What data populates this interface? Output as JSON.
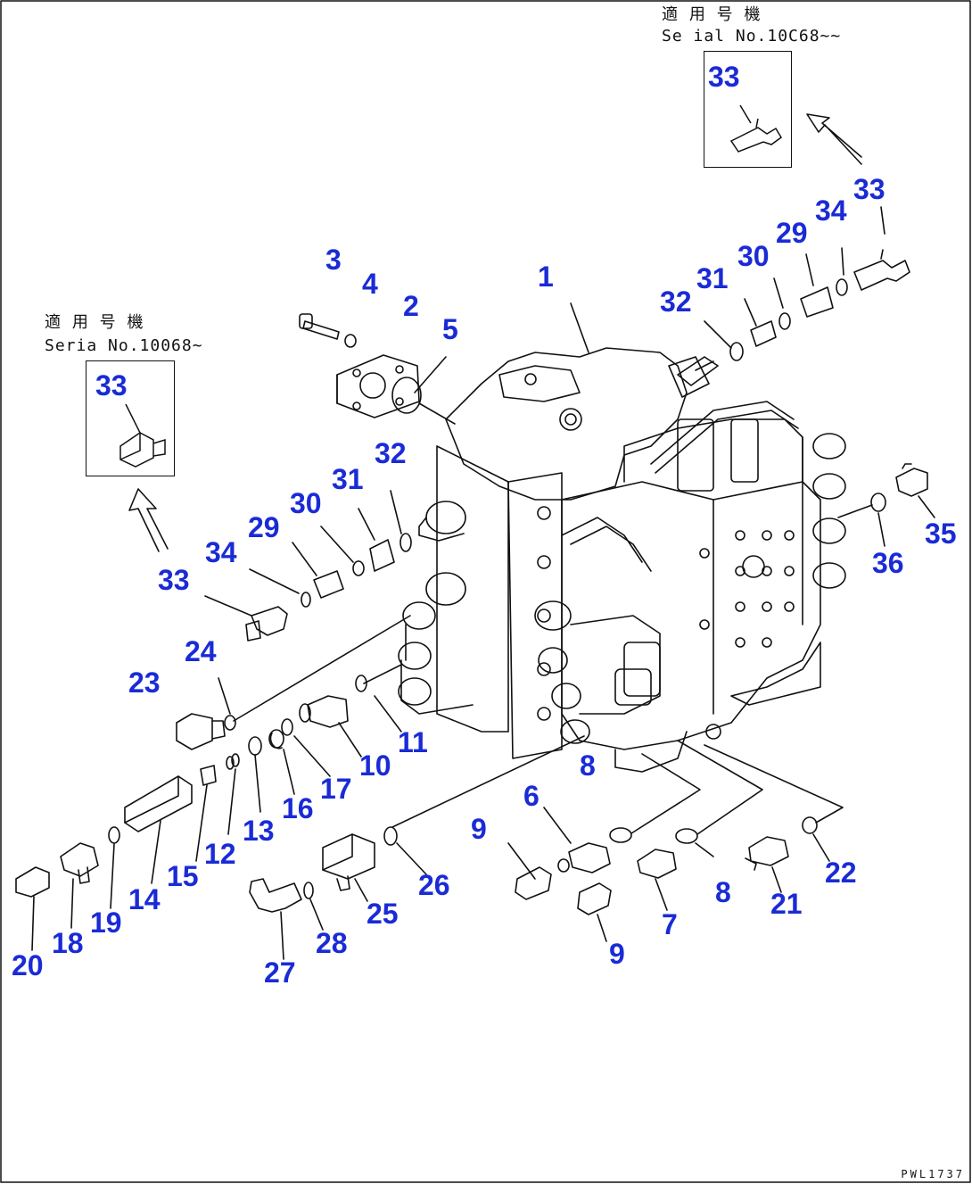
{
  "drawing_id": "PWL1737",
  "insets": [
    {
      "id": "inset-top-right",
      "line1": "適 用 号 機",
      "line2": "Se ial No.10C68~~",
      "callout": "33"
    },
    {
      "id": "inset-left",
      "line1": "適 用 号 機",
      "line2": "Seria  No.10068~",
      "callout": "33"
    }
  ],
  "callouts": [
    "1",
    "2",
    "3",
    "4",
    "5",
    "6",
    "7",
    "8",
    "8",
    "9",
    "9",
    "10",
    "11",
    "12",
    "13",
    "14",
    "15",
    "16",
    "17",
    "18",
    "19",
    "20",
    "21",
    "22",
    "23",
    "24",
    "25",
    "26",
    "27",
    "28",
    "29",
    "29",
    "30",
    "30",
    "31",
    "31",
    "32",
    "32",
    "33",
    "33",
    "34",
    "34",
    "35",
    "36"
  ],
  "colors": {
    "callout": "#1a2bd6",
    "line": "#111111",
    "background": "#ffffff"
  }
}
